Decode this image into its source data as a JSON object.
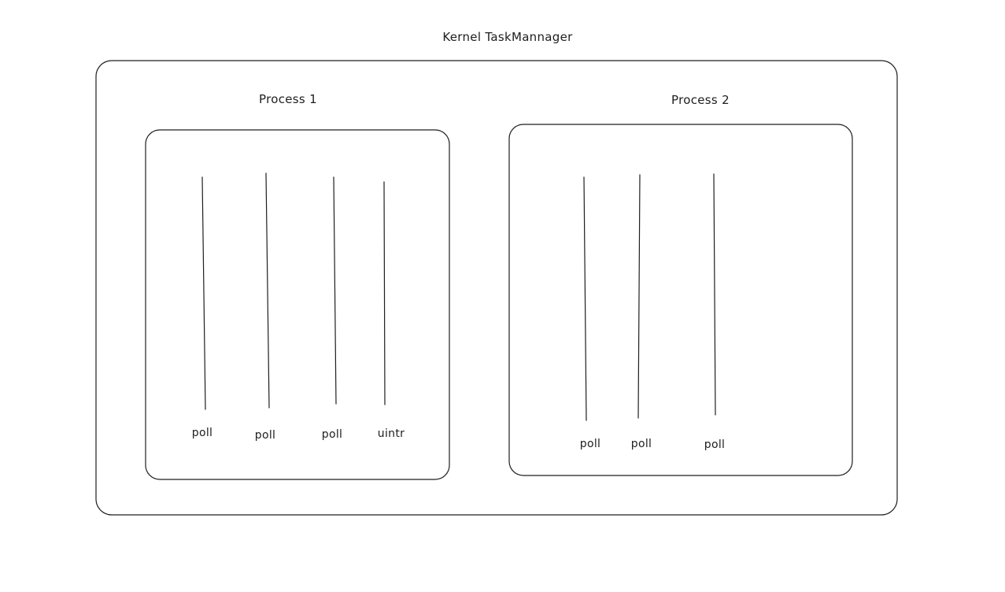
{
  "diagram": {
    "title": "Kernel TaskMannager",
    "processes": [
      {
        "label": "Process 1",
        "threads": [
          "poll",
          "poll",
          "poll",
          "uintr"
        ]
      },
      {
        "label": "Process 2",
        "threads": [
          "poll",
          "poll",
          "poll"
        ]
      }
    ],
    "stroke_color": "#1e1e1e",
    "background_color": "#ffffff"
  }
}
